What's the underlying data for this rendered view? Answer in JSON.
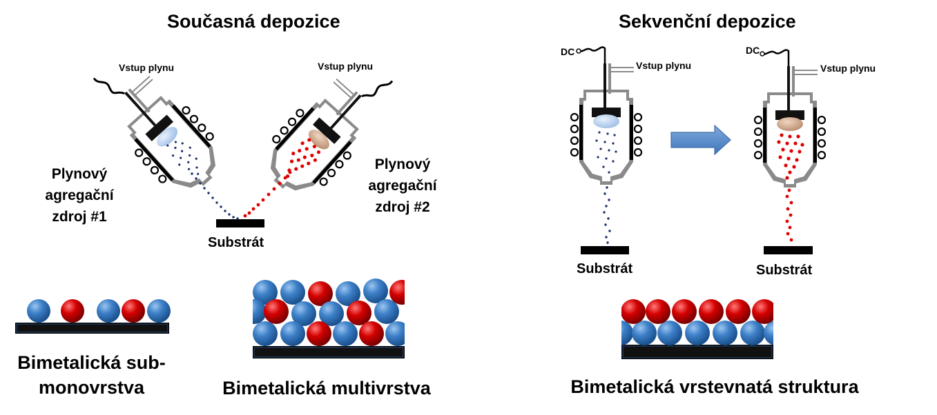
{
  "simultaneous": {
    "title": "Současná depozice",
    "gas_inlet_left": "Vstup plynu",
    "gas_inlet_right": "Vstup plynu",
    "source1": "Plynový agregační zdroj #1",
    "source2": "Plynový agregační zdroj #2",
    "substrate": "Substrát",
    "caption_submono": "Bimetalická sub-monovrstva",
    "caption_multi": "Bimetalická multivrstva"
  },
  "sequential": {
    "title": "Sekvenční depozice",
    "dc_left": "DC",
    "dc_right": "DC",
    "gas_inlet_left": "Vstup plynu",
    "gas_inlet_right": "Vstup plynu",
    "substrate_left": "Substrát",
    "substrate_right": "Substrát",
    "caption_layered": "Bimetalická vrstevnatá struktura"
  },
  "colors": {
    "metal1_blue": "#2e6fb7",
    "metal2_red": "#cc0000",
    "arrow": "#4f86c6",
    "substrate": "#000000",
    "chamber_gray": "#8a8a8a"
  }
}
